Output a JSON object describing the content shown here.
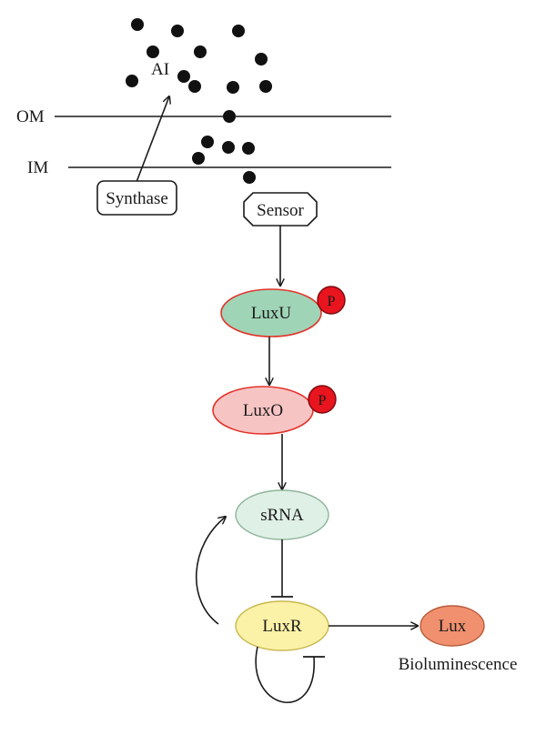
{
  "labels": {
    "outer_membrane": "OM",
    "inner_membrane": "IM",
    "autoinducer": "AI",
    "synthase": "Synthase",
    "sensor": "Sensor",
    "luxu": "LuxU",
    "luxo": "LuxO",
    "phospho": "P",
    "srna": "sRNA",
    "luxr": "LuxR",
    "lux": "Lux",
    "bioluminescence": "Bioluminescence"
  },
  "colors": {
    "luxu_fill": "#9fd4b6",
    "luxo_fill": "#f7c4c4",
    "node_outline": "#e2332a",
    "phospho_fill": "#e8141e",
    "srna_fill": "#dff0e6",
    "srna_outline": "#8fb59c",
    "luxr_fill": "#fbf2a8",
    "luxr_outline": "#c9b84e",
    "lux_fill": "#f0906e",
    "lux_outline": "#b95c3c",
    "autoinducer_dot": "#111111",
    "line": "#1a1a1a"
  }
}
